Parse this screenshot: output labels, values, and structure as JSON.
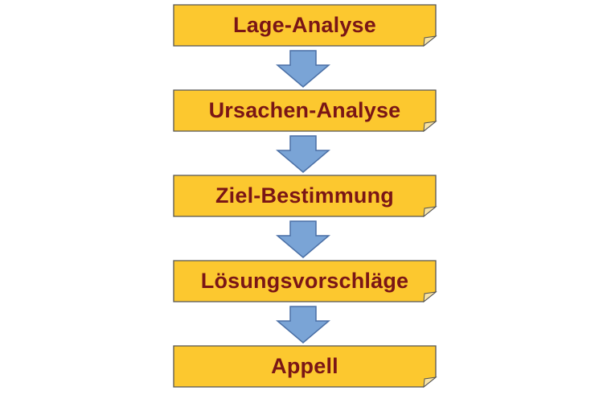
{
  "diagram": {
    "type": "vertical-flowchart",
    "steps": [
      {
        "label": "Lage-Analyse"
      },
      {
        "label": "Ursachen-Analyse"
      },
      {
        "label": "Ziel-Bestimmung"
      },
      {
        "label": "Lösungsvorschläge"
      },
      {
        "label": "Appell"
      }
    ],
    "colors": {
      "box_fill": "#fcc82f",
      "box_stroke": "#555555",
      "box_fold": "#f7e3a6",
      "label_text": "#7a1616",
      "arrow_fill": "#7aa4d6",
      "arrow_stroke": "#4a6fa5"
    },
    "arrow_icon": "down-arrow-icon"
  }
}
